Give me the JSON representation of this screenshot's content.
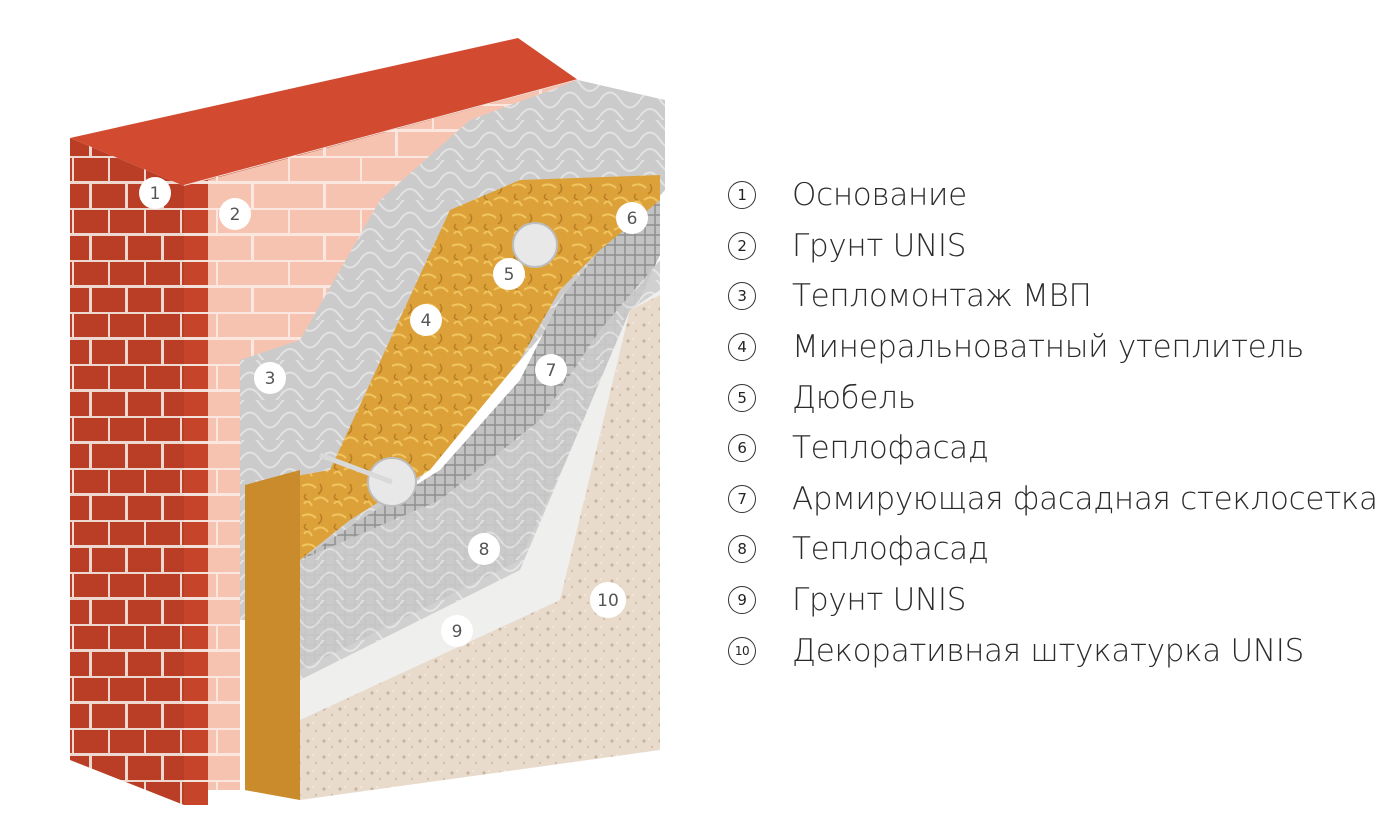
{
  "legend": [
    {
      "num": "1",
      "label": "Основание"
    },
    {
      "num": "2",
      "label": "Грунт UNIS"
    },
    {
      "num": "3",
      "label": "Тепломонтаж МВП"
    },
    {
      "num": "4",
      "label": "Минеральноватный утеплитель"
    },
    {
      "num": "5",
      "label": "Дюбель"
    },
    {
      "num": "6",
      "label": "Теплофасад"
    },
    {
      "num": "7",
      "label": "Армирующая фасадная стеклосетка"
    },
    {
      "num": "8",
      "label": "Теплофасад"
    },
    {
      "num": "9",
      "label": "Грунт UNIS"
    },
    {
      "num": "10",
      "label": "Декоративная штукатурка UNIS"
    }
  ],
  "callouts": {
    "c1": "1",
    "c2": "2",
    "c3": "3",
    "c4": "4",
    "c5": "5",
    "c6": "6",
    "c7": "7",
    "c8": "8",
    "c9": "9",
    "c10": "10"
  },
  "colors": {
    "brick": "#c6452a",
    "brick_top": "#d24a2f",
    "mortar": "#f2ded6",
    "primer_brick": "#f6b7a0",
    "adhesive": "#c9c9c9",
    "insulation": "#e0a83d",
    "mesh": "#9c9c9c",
    "primer_white": "#efefee",
    "plaster": "#eadbcc"
  }
}
